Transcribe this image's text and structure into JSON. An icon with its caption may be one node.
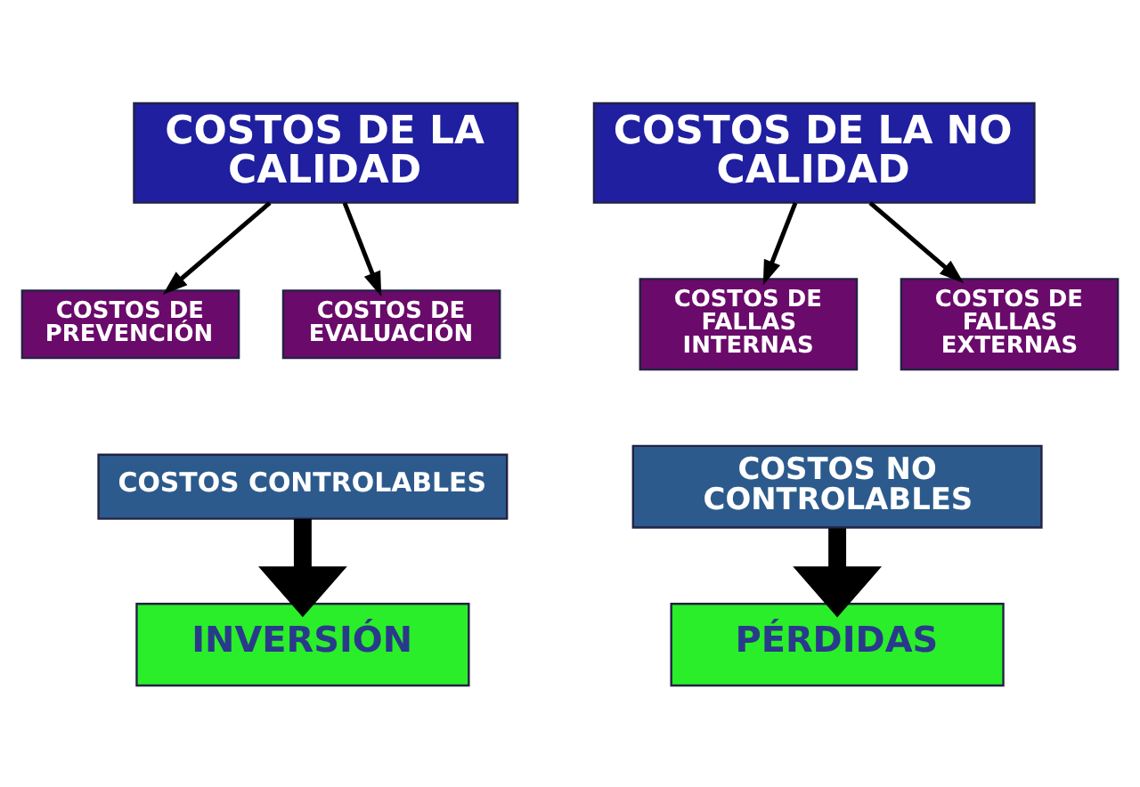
{
  "diagram": {
    "nodes": [
      {
        "text": [
          "COSTOS DE LA CALIDAD"
        ]
      },
      {
        "text": [
          "COSTOS DE LA NO CALIDAD"
        ]
      },
      {
        "text": [
          "COSTOS DE PREVENCIÓN"
        ]
      },
      {
        "text": [
          "COSTOS DE EVALUACIÓN"
        ]
      },
      {
        "text": [
          "COSTOS DE FALLAS INTERNAS"
        ]
      },
      {
        "text": [
          "COSTOS DE FALLAS EXTERNAS"
        ]
      },
      {
        "text": [
          "COSTOS CONTROLABLES"
        ]
      },
      {
        "text": [
          "COSTOS NO CONTROLABLES"
        ]
      },
      {
        "text": [
          "INVERSIÓN"
        ]
      },
      {
        "text": [
          "PÉRDIDAS"
        ]
      }
    ],
    "edges": [
      {
        "from": 0,
        "to": 2,
        "arrow": "to"
      },
      {
        "from": 0,
        "to": 3,
        "arrow": "to"
      },
      {
        "from": 1,
        "to": 4,
        "arrow": "to"
      },
      {
        "from": 1,
        "to": 5,
        "arrow": "to"
      },
      {
        "from": 6,
        "to": 8,
        "arrow": "to",
        "style": "thick"
      },
      {
        "from": 7,
        "to": 9,
        "arrow": "to",
        "style": "thick"
      }
    ]
  }
}
